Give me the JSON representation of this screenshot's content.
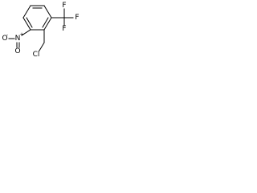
{
  "structure": {
    "atoms": {
      "f_top": "F",
      "f_right": "F",
      "f_bottom": "F",
      "cl": "Cl",
      "n": "N",
      "o_left": "O",
      "o_bottom": "O"
    },
    "charges": {
      "n_charge": "+",
      "o_charge": "-"
    },
    "colors": {
      "bond": "#000000",
      "text": "#000000",
      "background": "#ffffff"
    }
  }
}
